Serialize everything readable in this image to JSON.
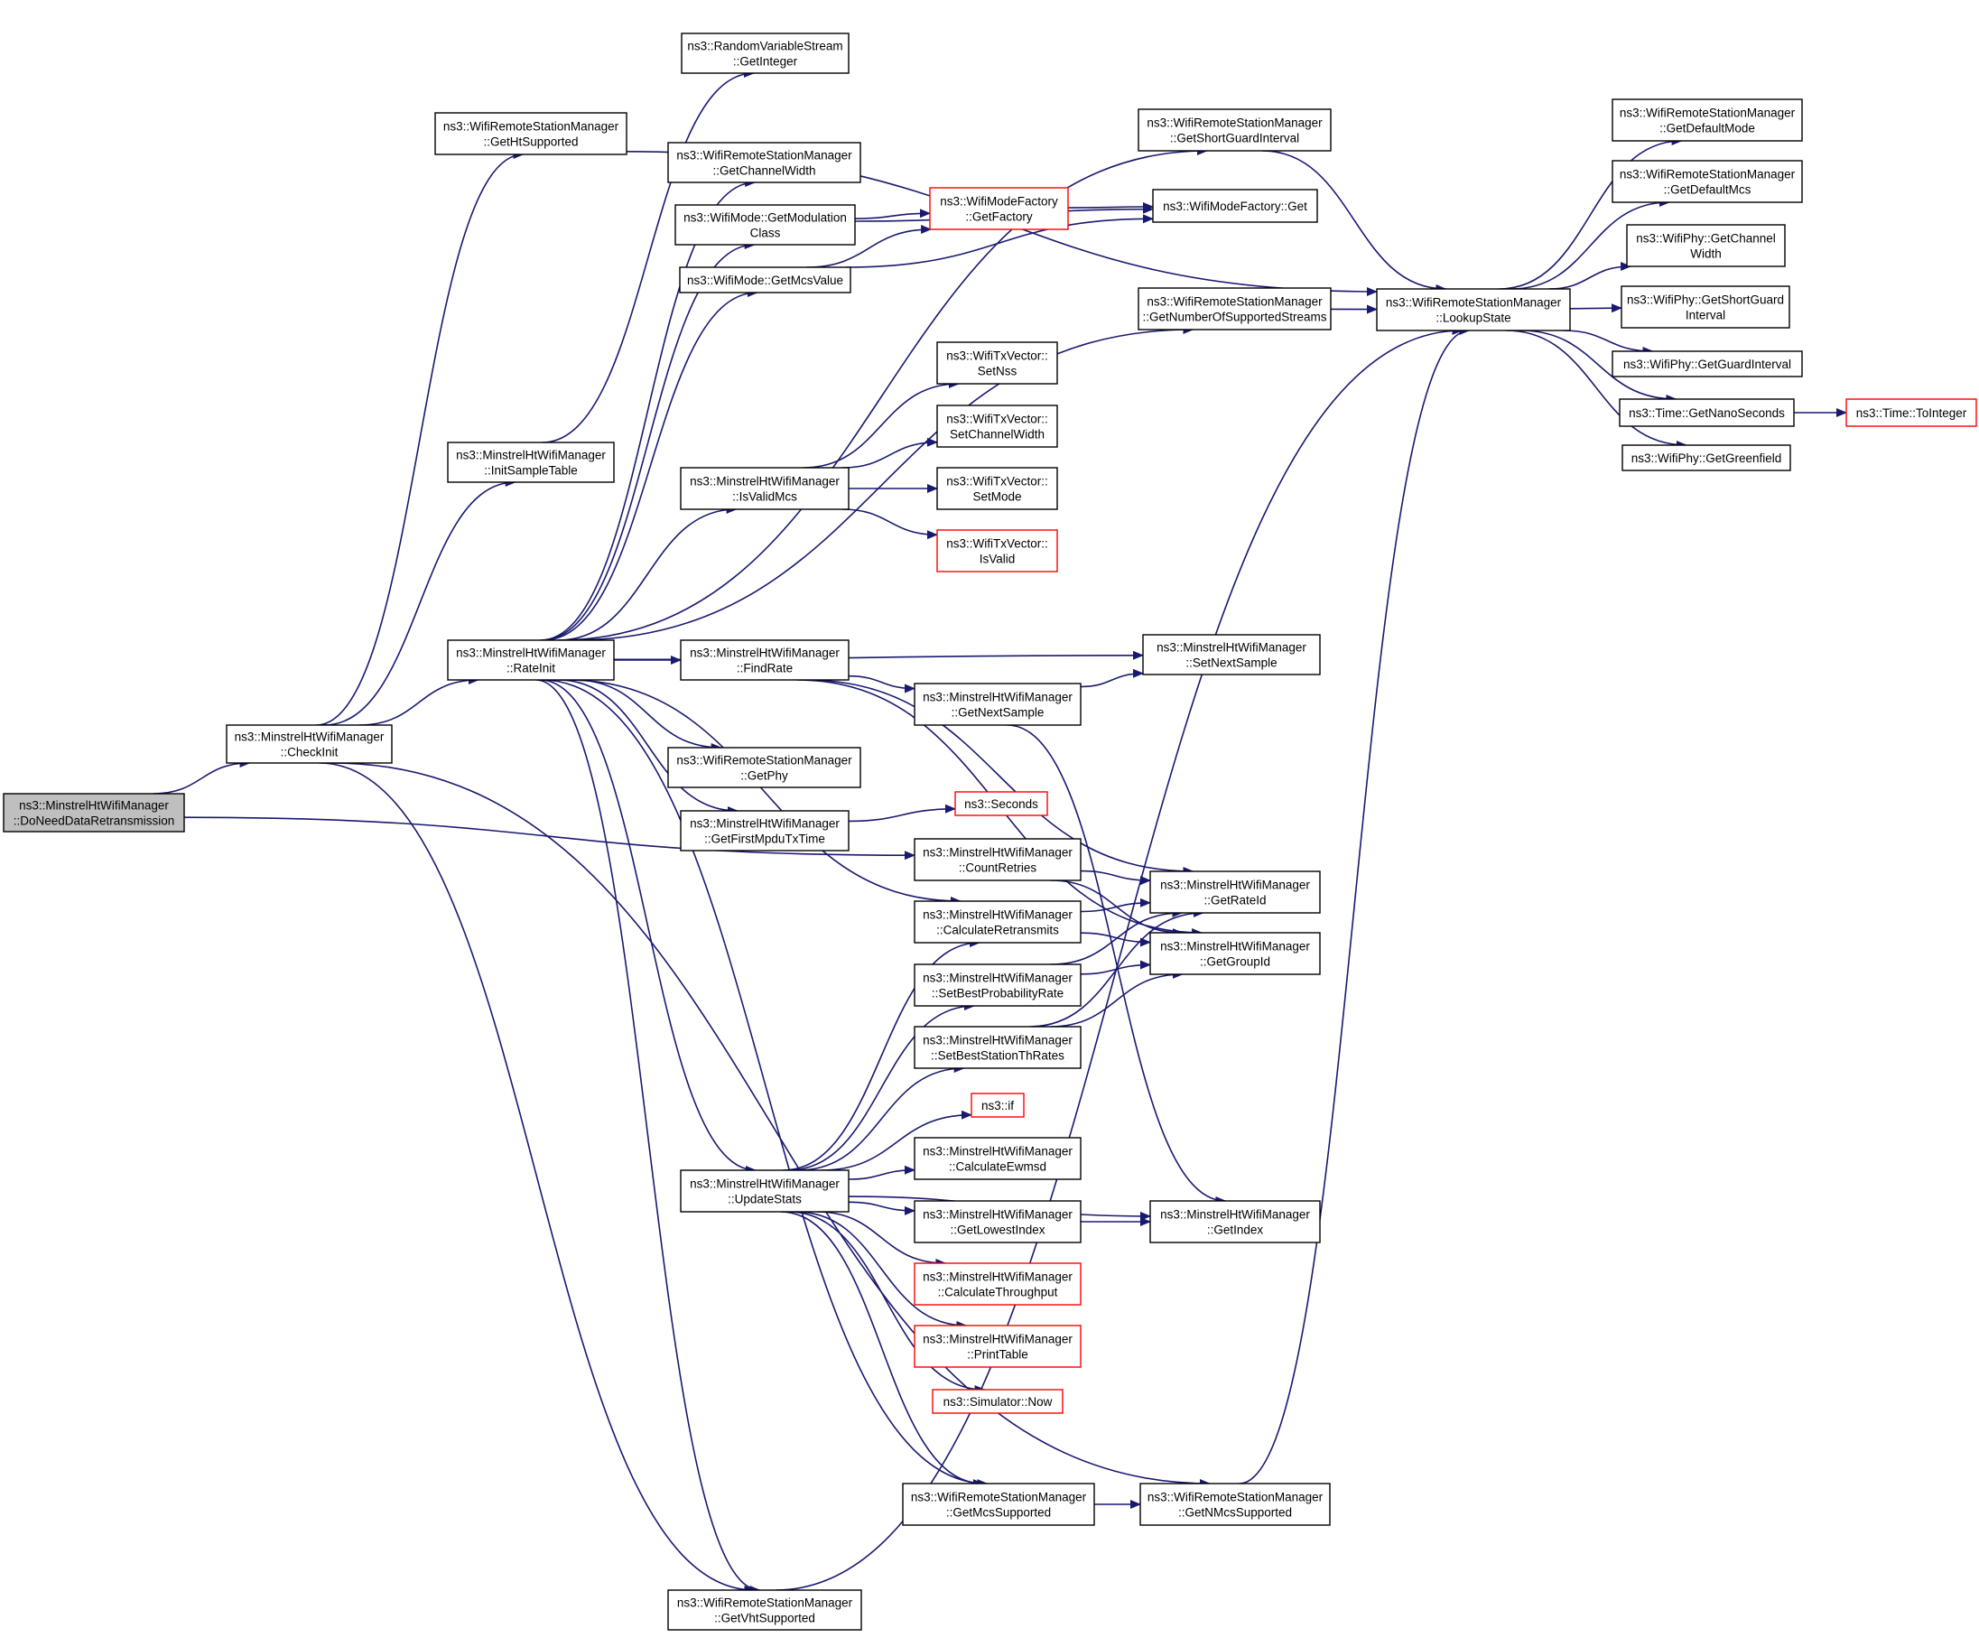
{
  "colors": {
    "edge": "#191970",
    "border": "#000000",
    "highlight_border": "#ff0000",
    "root_fill": "#bfbfbf"
  },
  "nodes": [
    {
      "id": "doneed",
      "lines": [
        "ns3::MinstrelHtWifiManager",
        "::DoNeedDataRetransmission"
      ],
      "style": "root"
    },
    {
      "id": "checkinit",
      "lines": [
        "ns3::MinstrelHtWifiManager",
        "::CheckInit"
      ]
    },
    {
      "id": "getht",
      "lines": [
        "ns3::WifiRemoteStationManager",
        "::GetHtSupported"
      ]
    },
    {
      "id": "initsample",
      "lines": [
        "ns3::MinstrelHtWifiManager",
        "::InitSampleTable"
      ]
    },
    {
      "id": "rateinit",
      "lines": [
        "ns3::MinstrelHtWifiManager",
        "::RateInit"
      ]
    },
    {
      "id": "randvar",
      "lines": [
        "ns3::RandomVariableStream",
        "::GetInteger"
      ]
    },
    {
      "id": "getchw",
      "lines": [
        "ns3::WifiRemoteStationManager",
        "::GetChannelWidth"
      ]
    },
    {
      "id": "modclass",
      "lines": [
        "ns3::WifiMode::GetModulation",
        "Class"
      ]
    },
    {
      "id": "mcsvalue",
      "lines": [
        "ns3::WifiMode::GetMcsValue"
      ]
    },
    {
      "id": "isvalidmcs",
      "lines": [
        "ns3::MinstrelHtWifiManager",
        "::IsValidMcs"
      ]
    },
    {
      "id": "findrate",
      "lines": [
        "ns3::MinstrelHtWifiManager",
        "::FindRate"
      ]
    },
    {
      "id": "getphy",
      "lines": [
        "ns3::WifiRemoteStationManager",
        "::GetPhy"
      ]
    },
    {
      "id": "firstmpdu",
      "lines": [
        "ns3::MinstrelHtWifiManager",
        "::GetFirstMpduTxTime"
      ]
    },
    {
      "id": "updatestats",
      "lines": [
        "ns3::MinstrelHtWifiManager",
        "::UpdateStats"
      ]
    },
    {
      "id": "getvht",
      "lines": [
        "ns3::WifiRemoteStationManager",
        "::GetVhtSupported"
      ]
    },
    {
      "id": "getfactory",
      "lines": [
        "ns3::WifiModeFactory",
        "::GetFactory"
      ],
      "style": "red"
    },
    {
      "id": "setnss",
      "lines": [
        "ns3::WifiTxVector::",
        "SetNss"
      ]
    },
    {
      "id": "setchw",
      "lines": [
        "ns3::WifiTxVector::",
        "SetChannelWidth"
      ]
    },
    {
      "id": "setmode",
      "lines": [
        "ns3::WifiTxVector::",
        "SetMode"
      ]
    },
    {
      "id": "isvalid",
      "lines": [
        "ns3::WifiTxVector::",
        "IsValid"
      ],
      "style": "red"
    },
    {
      "id": "nextsample",
      "lines": [
        "ns3::MinstrelHtWifiManager",
        "::GetNextSample"
      ]
    },
    {
      "id": "seconds",
      "lines": [
        "ns3::Seconds"
      ],
      "style": "red"
    },
    {
      "id": "countretries",
      "lines": [
        "ns3::MinstrelHtWifiManager",
        "::CountRetries"
      ]
    },
    {
      "id": "calcretrans",
      "lines": [
        "ns3::MinstrelHtWifiManager",
        "::CalculateRetransmits"
      ]
    },
    {
      "id": "setbestprob",
      "lines": [
        "ns3::MinstrelHtWifiManager",
        "::SetBestProbabilityRate"
      ]
    },
    {
      "id": "setbestst",
      "lines": [
        "ns3::MinstrelHtWifiManager",
        "::SetBestStationThRates"
      ]
    },
    {
      "id": "nsif",
      "lines": [
        "ns3::if"
      ],
      "style": "red"
    },
    {
      "id": "calcewmsd",
      "lines": [
        "ns3::MinstrelHtWifiManager",
        "::CalculateEwmsd"
      ]
    },
    {
      "id": "lowestidx",
      "lines": [
        "ns3::MinstrelHtWifiManager",
        "::GetLowestIndex"
      ]
    },
    {
      "id": "calcthru",
      "lines": [
        "ns3::MinstrelHtWifiManager",
        "::CalculateThroughput"
      ],
      "style": "red"
    },
    {
      "id": "printtable",
      "lines": [
        "ns3::MinstrelHtWifiManager",
        "::PrintTable"
      ],
      "style": "red"
    },
    {
      "id": "simnow",
      "lines": [
        "ns3::Simulator::Now"
      ],
      "style": "red"
    },
    {
      "id": "mcssupp",
      "lines": [
        "ns3::WifiRemoteStationManager",
        "::GetMcsSupported"
      ]
    },
    {
      "id": "shortgi",
      "lines": [
        "ns3::WifiRemoteStationManager",
        "::GetShortGuardInterval"
      ]
    },
    {
      "id": "wmfget",
      "lines": [
        "ns3::WifiModeFactory::Get"
      ]
    },
    {
      "id": "numstreams",
      "lines": [
        "ns3::WifiRemoteStationManager",
        "::GetNumberOfSupportedStreams"
      ]
    },
    {
      "id": "setnextsample",
      "lines": [
        "ns3::MinstrelHtWifiManager",
        "::SetNextSample"
      ]
    },
    {
      "id": "rateid",
      "lines": [
        "ns3::MinstrelHtWifiManager",
        "::GetRateId"
      ]
    },
    {
      "id": "groupid",
      "lines": [
        "ns3::MinstrelHtWifiManager",
        "::GetGroupId"
      ]
    },
    {
      "id": "getindex",
      "lines": [
        "ns3::MinstrelHtWifiManager",
        "::GetIndex"
      ]
    },
    {
      "id": "nmcssupp",
      "lines": [
        "ns3::WifiRemoteStationManager",
        "::GetNMcsSupported"
      ]
    },
    {
      "id": "lookup",
      "lines": [
        "ns3::WifiRemoteStationManager",
        "::LookupState"
      ]
    },
    {
      "id": "defmode",
      "lines": [
        "ns3::WifiRemoteStationManager",
        "::GetDefaultMode"
      ]
    },
    {
      "id": "defmcs",
      "lines": [
        "ns3::WifiRemoteStationManager",
        "::GetDefaultMcs"
      ]
    },
    {
      "id": "phychw",
      "lines": [
        "ns3::WifiPhy::GetChannel",
        "Width"
      ]
    },
    {
      "id": "physgi",
      "lines": [
        "ns3::WifiPhy::GetShortGuard",
        "Interval"
      ]
    },
    {
      "id": "phygi",
      "lines": [
        "ns3::WifiPhy::GetGuardInterval"
      ]
    },
    {
      "id": "nanosec",
      "lines": [
        "ns3::Time::GetNanoSeconds"
      ]
    },
    {
      "id": "greenfield",
      "lines": [
        "ns3::WifiPhy::GetGreenfield"
      ]
    },
    {
      "id": "tointeger",
      "lines": [
        "ns3::Time::ToInteger"
      ],
      "style": "red"
    }
  ],
  "edges": [
    [
      "doneed",
      "checkinit"
    ],
    [
      "doneed",
      "countretries"
    ],
    [
      "checkinit",
      "getht"
    ],
    [
      "checkinit",
      "initsample"
    ],
    [
      "checkinit",
      "rateinit"
    ],
    [
      "checkinit",
      "getvht"
    ],
    [
      "checkinit",
      "nmcssupp"
    ],
    [
      "getht",
      "lookup"
    ],
    [
      "initsample",
      "randvar"
    ],
    [
      "rateinit",
      "getchw"
    ],
    [
      "rateinit",
      "modclass"
    ],
    [
      "rateinit",
      "mcsvalue"
    ],
    [
      "rateinit",
      "shortgi"
    ],
    [
      "rateinit",
      "numstreams"
    ],
    [
      "rateinit",
      "isvalidmcs"
    ],
    [
      "rateinit",
      "findrate"
    ],
    [
      "rateinit",
      "setnextsample"
    ],
    [
      "rateinit",
      "getphy"
    ],
    [
      "rateinit",
      "firstmpdu"
    ],
    [
      "rateinit",
      "calcretrans"
    ],
    [
      "rateinit",
      "updatestats"
    ],
    [
      "rateinit",
      "mcssupp"
    ],
    [
      "rateinit",
      "getvht"
    ],
    [
      "modclass",
      "getfactory"
    ],
    [
      "modclass",
      "wmfget"
    ],
    [
      "mcsvalue",
      "getfactory"
    ],
    [
      "mcsvalue",
      "wmfget"
    ],
    [
      "getfactory",
      "wmfget"
    ],
    [
      "isvalidmcs",
      "setnss"
    ],
    [
      "isvalidmcs",
      "setchw"
    ],
    [
      "isvalidmcs",
      "setmode"
    ],
    [
      "isvalidmcs",
      "isvalid"
    ],
    [
      "findrate",
      "nextsample"
    ],
    [
      "findrate",
      "rateid"
    ],
    [
      "findrate",
      "groupid"
    ],
    [
      "nextsample",
      "setnextsample"
    ],
    [
      "nextsample",
      "getindex"
    ],
    [
      "firstmpdu",
      "seconds"
    ],
    [
      "countretries",
      "rateid"
    ],
    [
      "countretries",
      "groupid"
    ],
    [
      "calcretrans",
      "rateid"
    ],
    [
      "calcretrans",
      "groupid"
    ],
    [
      "setbestprob",
      "rateid"
    ],
    [
      "setbestprob",
      "groupid"
    ],
    [
      "setbestst",
      "rateid"
    ],
    [
      "setbestst",
      "groupid"
    ],
    [
      "updatestats",
      "calcretrans"
    ],
    [
      "updatestats",
      "setbestprob"
    ],
    [
      "updatestats",
      "setbestst"
    ],
    [
      "updatestats",
      "nsif"
    ],
    [
      "updatestats",
      "calcewmsd"
    ],
    [
      "updatestats",
      "lowestidx"
    ],
    [
      "updatestats",
      "calcthru"
    ],
    [
      "updatestats",
      "printtable"
    ],
    [
      "updatestats",
      "simnow"
    ],
    [
      "updatestats",
      "mcssupp"
    ],
    [
      "updatestats",
      "getindex"
    ],
    [
      "lowestidx",
      "getindex"
    ],
    [
      "mcssupp",
      "nmcssupp"
    ],
    [
      "nmcssupp",
      "lookup"
    ],
    [
      "getvht",
      "lookup"
    ],
    [
      "shortgi",
      "lookup"
    ],
    [
      "numstreams",
      "lookup"
    ],
    [
      "lookup",
      "defmode"
    ],
    [
      "lookup",
      "defmcs"
    ],
    [
      "lookup",
      "phychw"
    ],
    [
      "lookup",
      "physgi"
    ],
    [
      "lookup",
      "phygi"
    ],
    [
      "lookup",
      "nanosec"
    ],
    [
      "lookup",
      "greenfield"
    ],
    [
      "nanosec",
      "tointeger"
    ]
  ]
}
